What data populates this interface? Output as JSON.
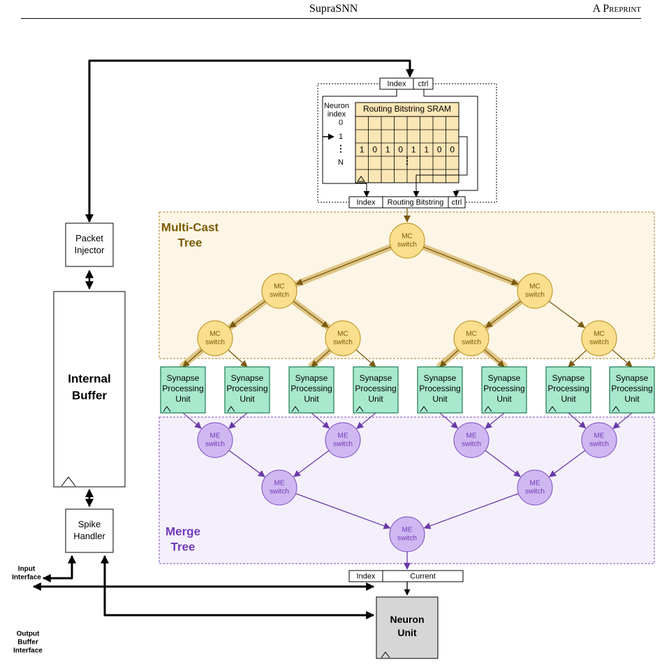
{
  "header": {
    "title": "SupraSNN",
    "tag": "A Preprint"
  },
  "colors": {
    "mc_fill": "#f9df8e",
    "mc_stroke": "#b88a12",
    "mc_text": "#7a5a00",
    "mc_region": "#fdf6e6",
    "mc_region_border": "#a9822a",
    "mc_arrow": "#7a5a10",
    "mc_highlight": "#d9bc73",
    "spu_fill": "#a8e8cc",
    "spu_stroke": "#1a7a50",
    "me_fill": "#cfb8f2",
    "me_stroke": "#7a48c0",
    "me_text": "#7038b8",
    "me_region": "#f4f0fb",
    "me_region_border": "#7c4bb8",
    "me_arrow": "#6a3aa8",
    "sram_fill": "#fbe6b6",
    "neuron_fill": "#d6d6d6"
  },
  "diagram": {
    "index_ctrl": {
      "index": "Index",
      "ctrl": "ctrl"
    },
    "sram": {
      "title": "Routing Bitstring SRAM",
      "neuron_index_label": [
        "Neuron",
        "index"
      ],
      "row_labels": [
        "0",
        "1",
        "N"
      ],
      "bits": [
        "1",
        "0",
        "1",
        "0",
        "1",
        "1",
        "0",
        "0"
      ]
    },
    "routing_bus": {
      "index": "Index",
      "bitstring": "Routing Bitstring",
      "ctrl": "ctrl"
    },
    "mc_tree_label": [
      "Multi-Cast",
      "Tree"
    ],
    "merge_tree_label": [
      "Merge",
      "Tree"
    ],
    "mc_switch": [
      "MC",
      "switch"
    ],
    "me_switch": [
      "ME",
      "switch"
    ],
    "spu": [
      "Synapse",
      "Processing",
      "Unit"
    ],
    "packet_injector": [
      "Packet",
      "Injector"
    ],
    "internal_buffer": [
      "Internal",
      "Buffer"
    ],
    "spike_handler": [
      "Spike",
      "Handler"
    ],
    "output_bus": {
      "index": "Index",
      "current": "Current"
    },
    "neuron_unit": [
      "Neuron",
      "Unit"
    ],
    "input_interface": [
      "Input",
      "Interface"
    ],
    "output_interface": [
      "Output",
      "Buffer",
      "Interface"
    ]
  }
}
